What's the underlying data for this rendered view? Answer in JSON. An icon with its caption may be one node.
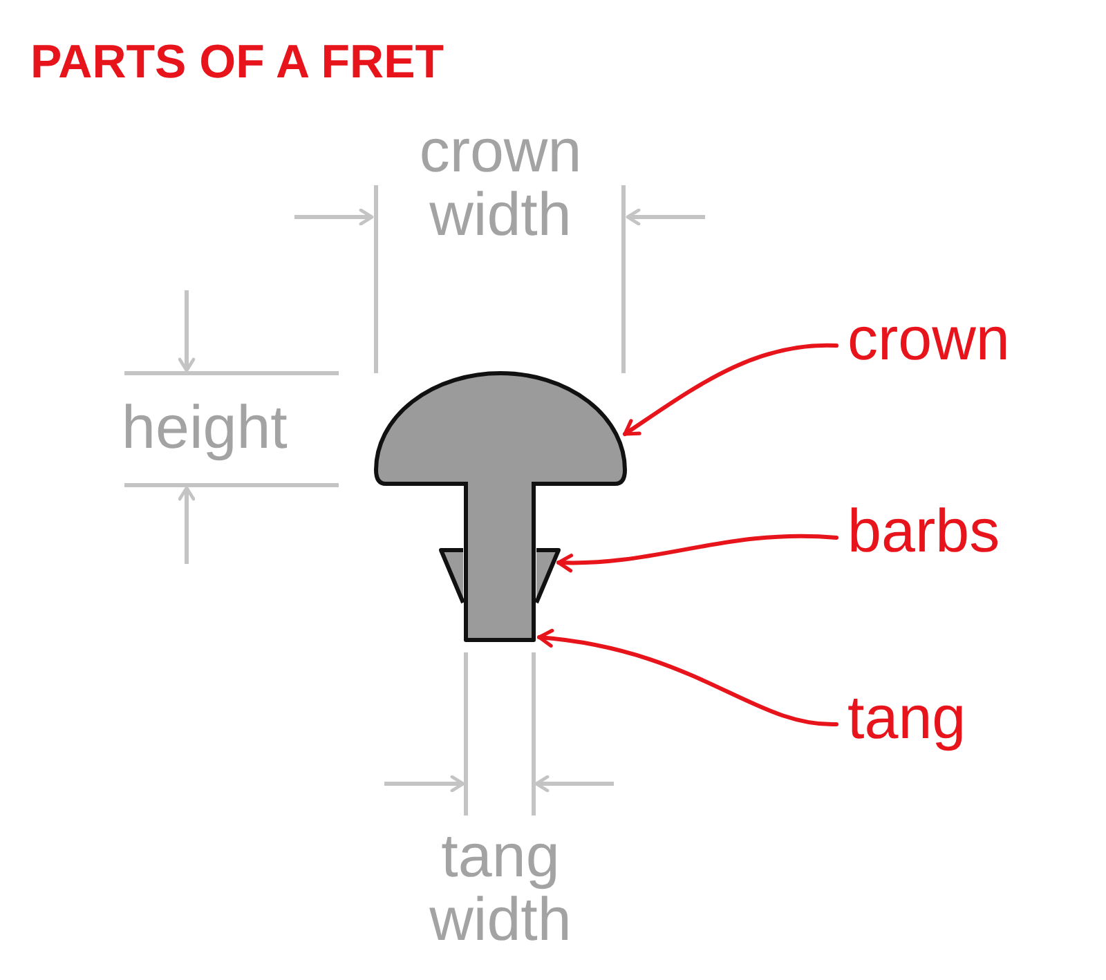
{
  "diagram": {
    "title": "PARTS OF A FRET",
    "nodes": [
      {
        "text": [],
        "shape": "semicircle"
      },
      {
        "text": [],
        "shape": "triangle"
      },
      {
        "text": [],
        "shape": "bar"
      },
      {
        "text": [
          "crown"
        ]
      },
      {
        "text": [
          "barbs"
        ]
      },
      {
        "text": [
          "tang"
        ]
      }
    ],
    "edges": [
      {
        "from": 3,
        "to": 0,
        "arrow": "to"
      },
      {
        "from": 4,
        "to": 1,
        "arrow": "to"
      },
      {
        "from": 5,
        "to": 2,
        "arrow": "to"
      }
    ],
    "labels": [
      "crown width",
      "height",
      "tang width"
    ]
  }
}
